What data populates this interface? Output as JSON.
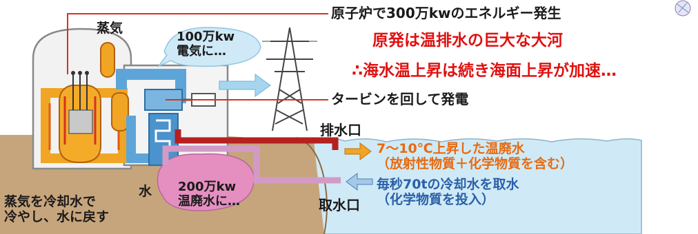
{
  "labels": {
    "steam": "蒸気",
    "electric_line1": "100万kw",
    "electric_line2": "電気に…",
    "reactor_output": "原子炉で300万kwのエネルギー発生",
    "turbine": "タービンを回して発電",
    "outlet": "排水口",
    "intake": "取水口",
    "water": "水",
    "waste_heat_line1": "200万kw",
    "waste_heat_line2": "温廃水に…",
    "cool_back_line1": "蒸気を冷却水で",
    "cool_back_line2": "冷やし、水に戻す",
    "discharge_line1": "7〜10℃上昇した温廃水",
    "discharge_line2": "（放射性物質＋化学物質を含む）",
    "intake_line1": "毎秒70tの冷却水を取水",
    "intake_line2": "（化学物質を投入）"
  },
  "headline": {
    "line1": "原発は温排水の巨大な大河",
    "line2": "∴海水温上昇は続き海面上昇が加速…"
  },
  "colors": {
    "headline_red": "#e01010",
    "discharge_orange": "#e86a10",
    "intake_blue": "#2a5fa8",
    "sea": "#cfeaf6",
    "ground": "#c7a57c",
    "steam_blue": "#5da5d8",
    "reactor_orange": "#f1a524",
    "hot_red": "#d4321f",
    "waste_pink": "#e48fc0",
    "electric_blue": "#a6d6ef"
  }
}
